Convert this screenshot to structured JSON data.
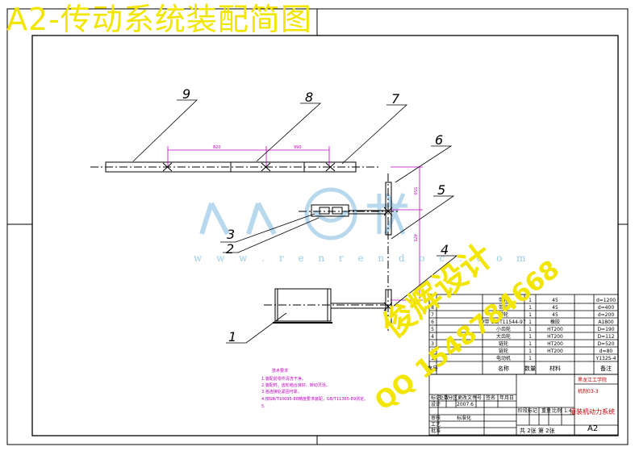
{
  "title": "A2-传动系统装配简图",
  "watermark": {
    "logo_text": "人人文库",
    "url": "w w w . r e n r e n d o c . c o m"
  },
  "stamp": {
    "name": "俊辉设计",
    "qq": "QQ 1548784668"
  },
  "part_labels": [
    "1",
    "2",
    "3",
    "4",
    "5",
    "6",
    "7",
    "8",
    "9"
  ],
  "dimensions": [
    "820",
    "990",
    "550",
    "475"
  ],
  "tech_requirements": {
    "title": "技术要求",
    "lines": [
      "1.装配前零件清洗干净。",
      "2.装配时，齿轮啮合良好，转动灵活。",
      "3.各连接处紧固可靠。",
      "4.按GB/T10095-88精度要求装配，GB/T11365-89测定。",
      "5."
    ]
  },
  "bom": {
    "rows": [
      {
        "no": "9",
        "name": "带轮",
        "qty": "1",
        "material": "45",
        "note": "d=1200"
      },
      {
        "no": "8",
        "name": "带轮",
        "qty": "1",
        "material": "45",
        "note": "d=400"
      },
      {
        "no": "7",
        "name": "带轮",
        "qty": "1",
        "material": "45",
        "note": "d=200"
      },
      {
        "no": "6",
        "name": "V带 GB/T11544-97",
        "qty": "1",
        "material": "橡胶",
        "note": "A1800"
      },
      {
        "no": "5",
        "name": "小齿轮",
        "qty": "1",
        "material": "HT200",
        "note": "D=190"
      },
      {
        "no": "4",
        "name": "大齿轮",
        "qty": "1",
        "material": "HT200",
        "note": "D=112"
      },
      {
        "no": "3",
        "name": "链轮",
        "qty": "1",
        "material": "HT200",
        "note": "D=520"
      },
      {
        "no": "2",
        "name": "链轮",
        "qty": "1",
        "material": "HT200",
        "note": "d=80"
      },
      {
        "no": "1",
        "name": "电动机",
        "qty": "1",
        "material": "",
        "note": "Y132S-4"
      }
    ],
    "header": {
      "no": "序号",
      "name": "名称",
      "qty": "数量",
      "material": "材料",
      "note": "备注"
    }
  },
  "title_block": {
    "school": "黑龙江工学院",
    "drawing_no": "机制03-3",
    "product_name": "灌装机动力系统",
    "scale_label": "比例",
    "scale": "1:4",
    "sheet": "共 2张 第 2张",
    "size": "A2",
    "weight_label": "重量",
    "stage_label": "阶段标记",
    "date": "2007.6",
    "role_labels": [
      "标记",
      "处数",
      "分区",
      "更改文件号",
      "签名",
      "年月日"
    ],
    "person_labels": [
      "设计",
      "审核",
      "工艺",
      "批准",
      "标准化"
    ]
  }
}
